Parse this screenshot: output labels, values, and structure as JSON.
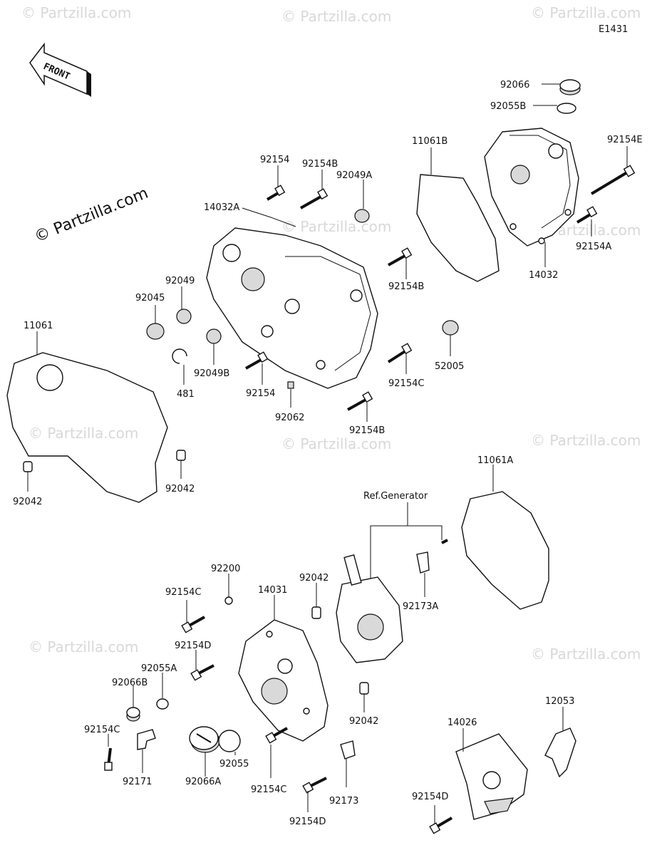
{
  "diagram_code": "E1431",
  "front_arrow_label": "FRONT",
  "copyright": "© Partzilla.com",
  "watermark": "© Partzilla.com",
  "ref_generator": "Ref.Generator",
  "labels": {
    "p92066": "92066",
    "p92055B": "92055B",
    "p11061B": "11061B",
    "p92154E": "92154E",
    "p92154_top": "92154",
    "p92154B_top": "92154B",
    "p92049A": "92049A",
    "p14032A": "14032A",
    "p92154A": "92154A",
    "p92049": "92049",
    "p92045": "92045",
    "p92154B_mid": "92154B",
    "p14032": "14032",
    "p11061": "11061",
    "p52005": "52005",
    "p92154C_mid": "92154C",
    "p92049B": "92049B",
    "p92154_mid": "92154",
    "p481": "481",
    "p92062": "92062",
    "p92154B_low": "92154B",
    "p92042_left": "92042",
    "p92042_right": "92042",
    "p11061A": "11061A",
    "p92200": "92200",
    "p92042_gen": "92042",
    "p92154C_a": "92154C",
    "p14031": "14031",
    "p92173A": "92173A",
    "p92154D_a": "92154D",
    "p92055A": "92055A",
    "p92066B": "92066B",
    "p92042_low": "92042",
    "p12053": "12053",
    "p92154C_b": "92154C",
    "p14026": "14026",
    "p92171": "92171",
    "p92066A": "92066A",
    "p92055": "92055",
    "p92154C_c": "92154C",
    "p92173": "92173",
    "p92154D_b": "92154D",
    "p92154D_c": "92154D"
  }
}
